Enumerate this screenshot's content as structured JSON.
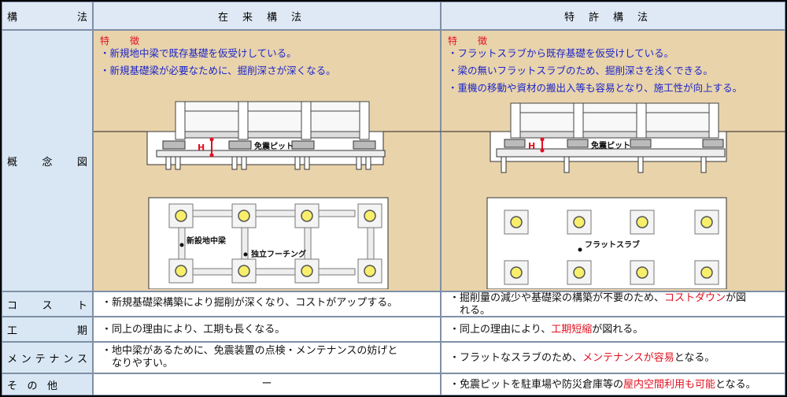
{
  "header": {
    "method_label": "構法",
    "conventional": "在来構法",
    "patent": "特許構法"
  },
  "features": {
    "title": "特徴",
    "conventional": [
      "・新規地中梁で既存基礎を仮受けしている。",
      "・新規基礎梁が必要なために、掘削深さが深くなる。"
    ],
    "patent": [
      "・フラットスラブから既存基礎を仮受けしている。",
      "・梁の無いフラットスラブのため、掘削深さを浅くできる。",
      "・重機の移動や資材の搬出入等も容易となり、施工性が向上する。"
    ]
  },
  "concept_label": "概念図",
  "diagram": {
    "h_label": "H",
    "pit_label": "免震ピット",
    "new_beam_label": "新設地中梁",
    "footing_label": "独立フーチング",
    "flat_slab_label": "フラットスラブ"
  },
  "rows": {
    "cost": {
      "label": "コスト",
      "conventional": "・新規基礎梁構築により掘削が深くなり、コストがアップする。",
      "patent_pre": "・掘削量の減少や基礎梁の構築が不要のため、",
      "patent_hl": "コストダウン",
      "patent_post": "が図",
      "patent_line2": "れる。"
    },
    "schedule": {
      "label": "工期",
      "conventional": "・同上の理由により、工期も長くなる。",
      "patent_pre": "・同上の理由により、",
      "patent_hl": "工期短縮",
      "patent_post": "が図れる。"
    },
    "maintenance": {
      "label": "メンテナンス",
      "conventional_line1": "・地中梁があるために、免震装置の点検・メンテナンスの妨げと",
      "conventional_line2": "なりやすい。",
      "patent_pre": "・フラットなスラブのため、",
      "patent_hl": "メンテナンスが容易",
      "patent_post": "となる。"
    },
    "other": {
      "label": "その他",
      "conventional": "ー",
      "patent_pre": "・免震ピットを駐車場や防災倉庫等の",
      "patent_hl": "屋内空間利用も可能",
      "patent_post": "となる。"
    }
  },
  "colors": {
    "header_bg": "#dfe9f5",
    "body_bg": "#e9d3ab",
    "highlight": "#e01020",
    "bullet": "#1a25c8"
  }
}
